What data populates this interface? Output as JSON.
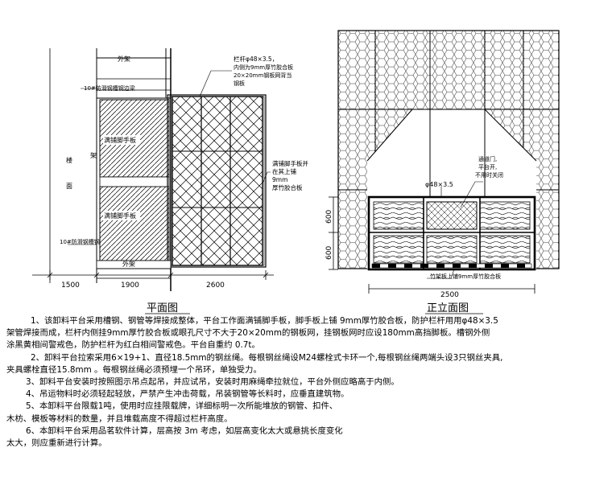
{
  "plan": {
    "title": "平面图",
    "label_outer_top": "外架",
    "label_outer_bottom": "外架",
    "label_slot_top": "10#防滑钢槽钢边梁",
    "label_slot_bottom": "10#防滑钢槽钢",
    "label_floor_1": "楼",
    "label_floor_2": "面",
    "label_jia": "架",
    "label_plank_1": "满铺脚手板",
    "label_plank_2": "满铺脚手板",
    "callout_rail_1": "栏杆φ48×3.5，",
    "callout_rail_2": "内侧为9mm厚竹胶合板",
    "callout_rail_3": "20×20mm钢板网背当",
    "callout_rail_4": "钢板",
    "callout_plank_1": "满铺脚手板并",
    "callout_plank_2": "在其上铺",
    "callout_plank_3": "9mm",
    "callout_plank_4": "厚竹胶合板",
    "dim_1": "1500",
    "dim_2": "1900",
    "dim_3": "2600"
  },
  "elevation": {
    "title": "正立面图",
    "callout_pipe": "φ48×3.5",
    "callout_door_1": "通道门,",
    "callout_door_2": "平台开,",
    "callout_door_3": "不用时关闭",
    "dim_h1": "600",
    "dim_h2": "600",
    "dim_w": "2500",
    "callout_bottom": "竹架板上铺9mm厚竹胶合板"
  },
  "notes": [
    "1、该卸料平台采用槽钢、钢管等焊接成整体，平台工作面满铺脚手板，脚手板上铺 9mm厚竹胶合板，防护栏杆用用φ48×3.5",
    "架管焊接而成，栏杆内侧挂9mm厚竹胶合板或眼孔尺寸不大于20×20mm的钢板网，挂钢板网时应设180mm高挡脚板。槽钢外侧",
    "涂黑黄相间警戒色，防护栏杆为红白相间警戒色。平台自重约 0.7t。",
    "2、卸料平台拉索采用6×19+1、直径18.5mm的钢丝绳。每根钢丝绳设M24螺栓式卡环一个,每根钢丝绳两端头设3只钢丝夹具,",
    "夹具螺栓直径15.8mm 。每根钢丝绳必须预埋一个吊环，单独受力。",
    "3、卸料平台安装时按照图示吊点起吊，并应试吊，安装时用麻绳牵拉就位，平台外侧应略高于内侧。",
    "4、吊运物料时必须轻起轻放，严禁产生冲击荷载，吊装钢管等长料时，应垂直建筑物。",
    "5、本卸料平台限载1吨，使用时应挂限载牌，详细标明一次所能堆放的钢管、扣件、",
    "木枋、模板等材料的数量，并且堆载高度不得超过栏杆高度。",
    "6、本卸料平台采用品茗软件计算，层高按 3m 考虑，如层高变化太大或悬挑长度变化",
    "太大，则应重新进行计算。"
  ]
}
